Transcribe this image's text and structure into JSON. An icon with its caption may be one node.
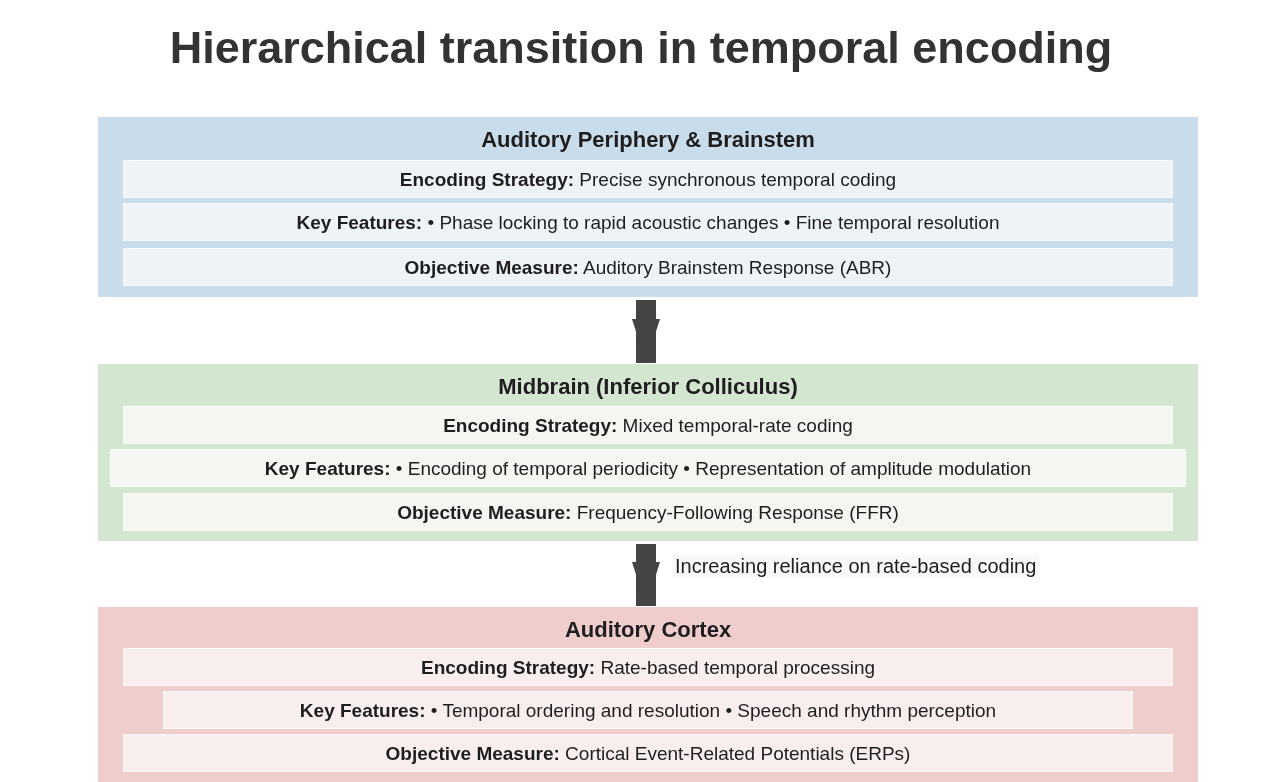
{
  "diagram": {
    "title": "Hierarchical transition in temporal encoding",
    "nodes": [
      {
        "text": [
          "Auditory Periphery & Brainstem"
        ]
      },
      {
        "text": [
          "**Encoding Strategy:** Precise synchronous temporal coding"
        ],
        "in": 0
      },
      {
        "text": [
          "**Key Features:** • Phase locking to rapid acoustic changes • Fine temporal resolution"
        ],
        "in": 0
      },
      {
        "text": [
          "**Objective Measure:** Auditory Brainstem Response (ABR)"
        ],
        "in": 0
      },
      {
        "text": [
          "Midbrain (Inferior Colliculus)"
        ]
      },
      {
        "text": [
          "**Encoding Strategy:** Mixed temporal-rate coding"
        ],
        "in": 4
      },
      {
        "text": [
          "**Key Features:** • Encoding of temporal periodicity • Representation of amplitude modulation"
        ],
        "in": 4
      },
      {
        "text": [
          "**Objective Measure:** Frequency-Following Response (FFR)"
        ],
        "in": 4
      },
      {
        "text": [
          "Auditory Cortex"
        ]
      },
      {
        "text": [
          "**Encoding Strategy:** Rate-based temporal processing"
        ],
        "in": 8
      },
      {
        "text": [
          "**Key Features:** • Temporal ordering and resolution • Speech and rhythm perception"
        ],
        "in": 8
      },
      {
        "text": [
          "**Objective Measure:** Cortical Event-Related Potentials (ERPs)"
        ],
        "in": 8
      }
    ],
    "edges": [
      {
        "from": 0,
        "to": 4,
        "arrow": "to"
      },
      {
        "from": 4,
        "to": 8,
        "arrow": "to",
        "label": "Increasing reliance on rate-based coding"
      }
    ]
  }
}
